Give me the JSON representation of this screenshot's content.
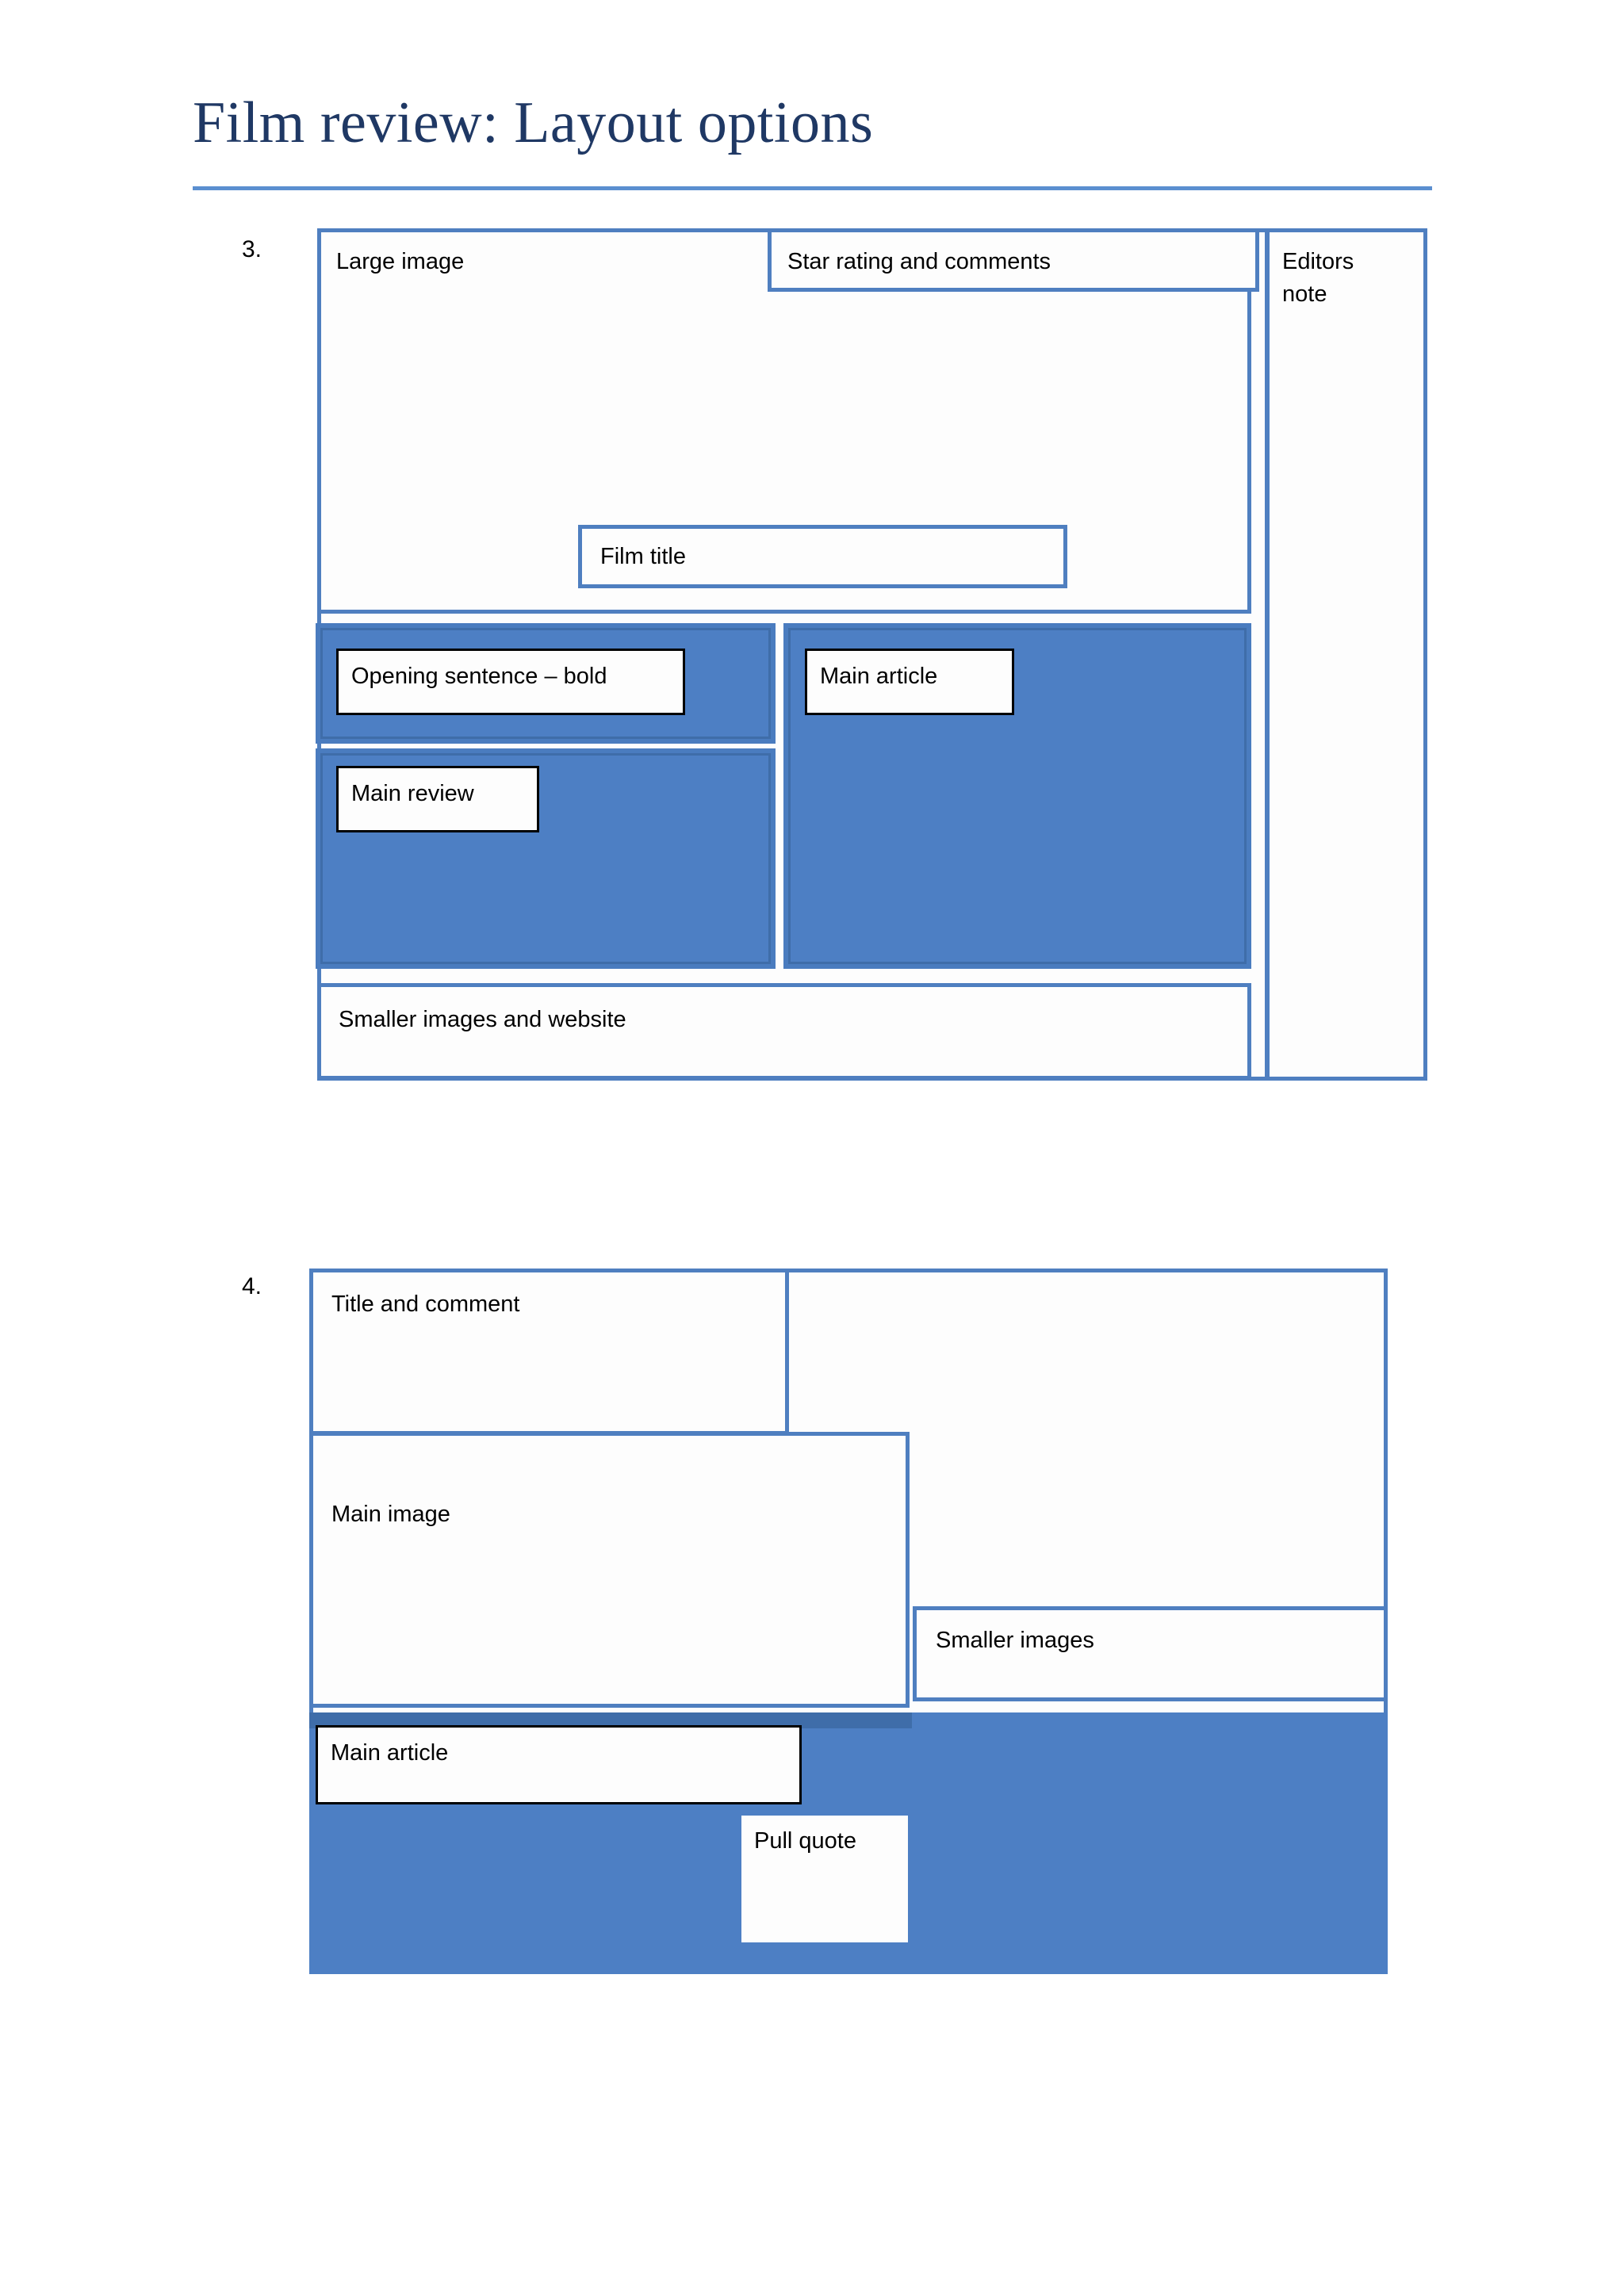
{
  "document": {
    "title": "Film review: Layout options",
    "accent_color": "#1f3864",
    "rule_color": "#5b8fd0",
    "panel_border_color": "#4f7fc0",
    "blue_fill_color": "#4d7fc4",
    "blue_border_color": "#3f6da9"
  },
  "layouts": [
    {
      "number": "3.",
      "boxes": {
        "large_image": "Large image",
        "star_rating": "Star rating and comments",
        "editors_note": "Editors\nnote",
        "film_title": "Film title",
        "opening_sentence": "Opening sentence – bold",
        "main_review": "Main review",
        "main_article": "Main article",
        "smaller_images_website": "Smaller images and website"
      }
    },
    {
      "number": "4.",
      "boxes": {
        "title_and_comment": "Title and comment",
        "main_image": "Main image",
        "smaller_images": "Smaller images",
        "main_article": "Main article",
        "pull_quote": "Pull quote"
      }
    }
  ]
}
